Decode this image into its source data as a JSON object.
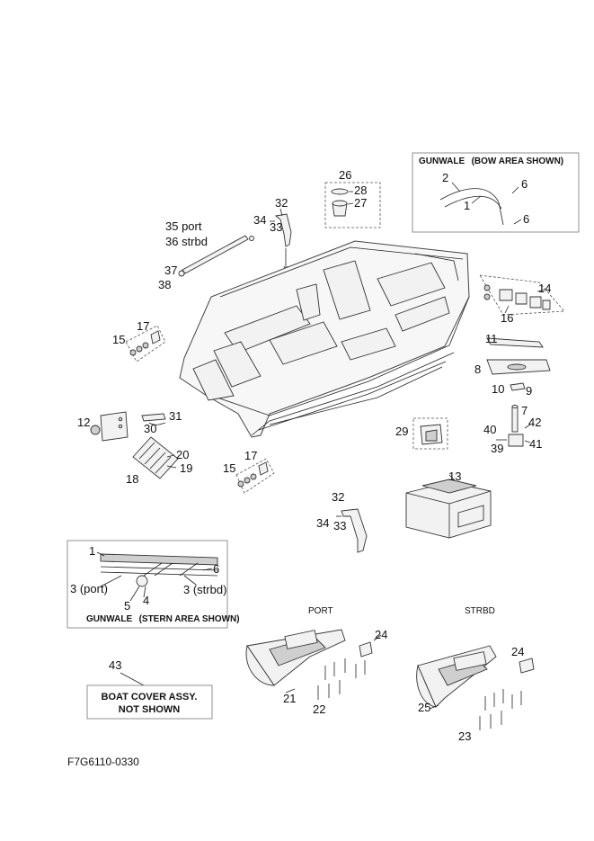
{
  "callouts": {
    "c1": "1",
    "c2": "2",
    "c3": "3 (port)",
    "c3b": "3 (strbd)",
    "c4": "4",
    "c5": "5",
    "c6": "6",
    "c7": "7",
    "c8": "8",
    "c9": "9",
    "c10": "10",
    "c11": "11",
    "c12": "12",
    "c13": "13",
    "c14": "14",
    "c15": "15",
    "c16": "16",
    "c17": "17",
    "c18": "18",
    "c19": "19",
    "c20": "20",
    "c21": "21",
    "c22": "22",
    "c23": "23",
    "c24": "24",
    "c25": "25",
    "c26": "26",
    "c27": "27",
    "c28": "28",
    "c29": "29",
    "c30": "30",
    "c31": "31",
    "c32": "32",
    "c33": "33",
    "c34": "34",
    "c35": "35 port",
    "c36": "36 strbd",
    "c37": "37",
    "c38": "38",
    "c39": "39",
    "c40": "40",
    "c41": "41",
    "c42": "42",
    "c43": "43"
  },
  "bow_box": {
    "title": "GUNWALE",
    "subtitle": "(BOW AREA SHOWN)"
  },
  "stern_box": {
    "title": "GUNWALE",
    "subtitle": "(STERN AREA SHOWN)"
  },
  "labels": {
    "port": "PORT",
    "strbd": "STRBD"
  },
  "note": {
    "line1": "BOAT COVER ASSY.",
    "line2": "NOT SHOWN"
  },
  "drawing_code": "F7G6110-0330"
}
